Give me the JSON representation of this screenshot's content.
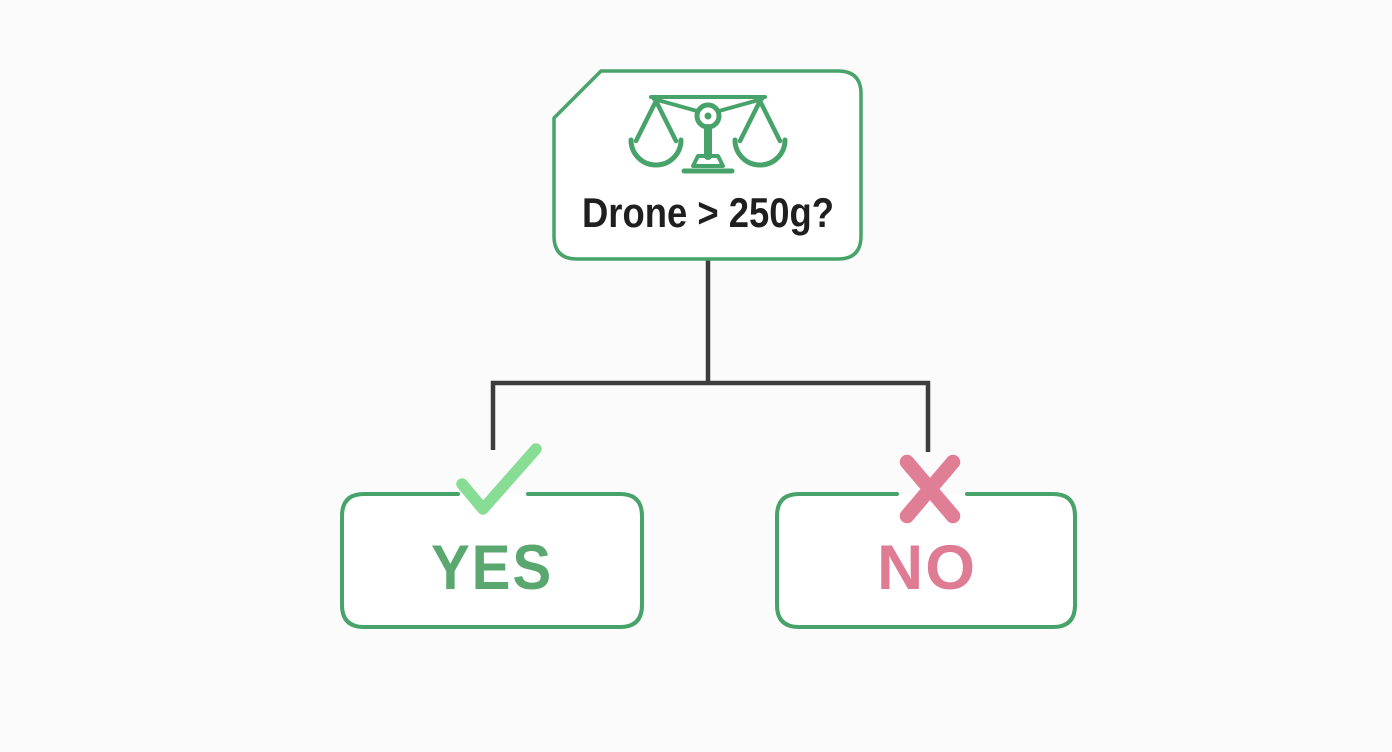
{
  "meta": {
    "background": "#fbfbfb"
  },
  "colors": {
    "box_border": "#47a36a",
    "box_fill": "#ffffff",
    "connector": "#3d3d3d",
    "question_text": "#1f1f1f",
    "yes_text": "#5aa76f",
    "no_text": "#df7b92",
    "check_mark": "#88dd95",
    "cross_mark": "#e07e95"
  },
  "diagram": {
    "type": "decision-flowchart",
    "decision": {
      "question": "Drone > 250g?",
      "icon": "balance-scale"
    },
    "branches": [
      {
        "label": "YES",
        "mark": "check",
        "mark_color": "#88dd95",
        "label_color": "#5aa76f"
      },
      {
        "label": "NO",
        "mark": "cross",
        "mark_color": "#e07e95",
        "label_color": "#df7b92"
      }
    ]
  }
}
